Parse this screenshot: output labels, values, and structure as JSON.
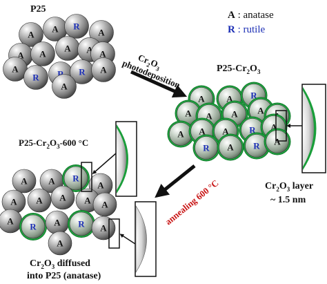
{
  "legend": {
    "anatase_key": "A",
    "anatase_text": " : anatase",
    "rutile_key": "R",
    "rutile_text": " : rutile"
  },
  "labels": {
    "p25_prefix": "P25",
    "p25cr_prefix": "P25-Cr",
    "sub_2": "2",
    "O": "O",
    "sub_3": "3",
    "p25cr600_suffix": "-600 °C",
    "Cr": "Cr",
    "photodeposition": "photodeposition",
    "layer_word": " layer",
    "thickness": "~ 1.5 nm",
    "annealing": "annealing 600 °C",
    "diffused_suffix": " diffused",
    "into_p25": "into P25 (anatase)"
  },
  "colors": {
    "rutile_blue": "#1c2fb5",
    "coating_green": "#1a9e3a",
    "annealing_red": "#c81414",
    "text": "#111111"
  },
  "particles": {
    "letter_A": "A",
    "letter_R": "R"
  }
}
